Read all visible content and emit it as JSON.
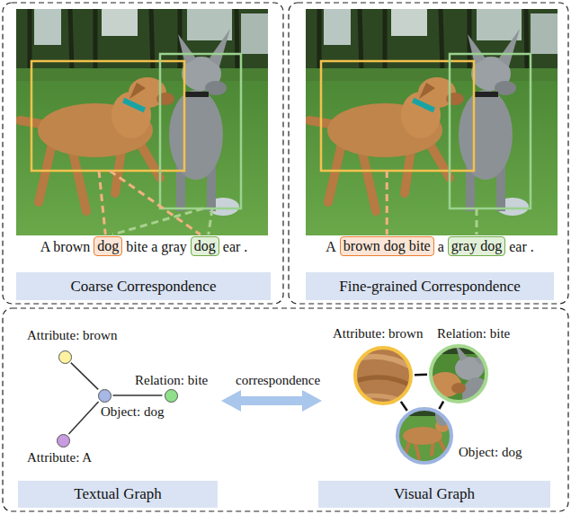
{
  "diagram": {
    "nodes": [
      {
        "text": [
          "dog"
        ]
      },
      {
        "text": [
          "dog"
        ]
      },
      {
        "text": [
          "Coarse Correspondence"
        ]
      },
      {
        "text": [
          "brown dog bite"
        ]
      },
      {
        "text": [
          "gray dog"
        ]
      },
      {
        "text": [
          "Fine-grained Correspondence"
        ]
      },
      {
        "text": [
          "Attribute: brown"
        ]
      },
      {
        "text": [
          "Relation: bite"
        ]
      },
      {
        "text": [
          "Object: dog"
        ]
      },
      {
        "text": [
          "Attribute: A"
        ]
      },
      {
        "text": [
          "Attribute: brown"
        ]
      },
      {
        "text": [
          "Relation: bite"
        ]
      },
      {
        "text": [
          "Object: dog"
        ]
      },
      {
        "text": [
          "Textual Graph"
        ]
      },
      {
        "text": [
          "Visual Graph"
        ]
      }
    ],
    "edges": [
      {
        "from": 8,
        "to": 6,
        "arrow": "none"
      },
      {
        "from": 8,
        "to": 7,
        "arrow": "none"
      },
      {
        "from": 8,
        "to": 9,
        "arrow": "none"
      },
      {
        "from": 10,
        "to": 11,
        "arrow": "none"
      },
      {
        "from": 10,
        "to": 12,
        "arrow": "none"
      },
      {
        "from": 11,
        "to": 12,
        "arrow": "none"
      }
    ],
    "labels": [
      "A brown",
      "bite a gray",
      "ear .",
      "A",
      "a",
      "ear .",
      "correspondence"
    ]
  }
}
